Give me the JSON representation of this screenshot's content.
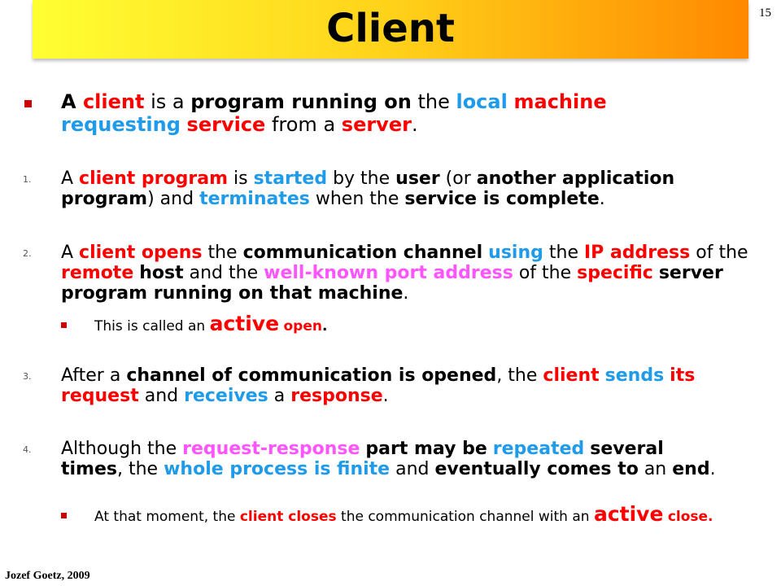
{
  "slide": {
    "title": "Client",
    "page_number": "15",
    "footer": "Jozef Goetz, 2009"
  },
  "colors": {
    "red": "#ff0000",
    "blue": "#1f9bea",
    "pink": "#ff55ff",
    "bullet": "#cc0000"
  },
  "intro": [
    {
      "t": "A ",
      "s": "b"
    },
    {
      "t": "client",
      "s": "b r"
    },
    {
      "t": " is a ",
      "s": ""
    },
    {
      "t": "program running on",
      "s": "b"
    },
    {
      "t": " the ",
      "s": ""
    },
    {
      "t": "local",
      "s": "b bl"
    },
    {
      "t": " ",
      "s": ""
    },
    {
      "t": "machine",
      "s": "b r"
    },
    {
      "t": " ",
      "s": ""
    },
    {
      "t": "requesting",
      "s": "b bl"
    },
    {
      "t": " ",
      "s": ""
    },
    {
      "t": "service",
      "s": "b r"
    },
    {
      "t": " from a ",
      "s": ""
    },
    {
      "t": "server",
      "s": "b r"
    },
    {
      "t": ".",
      "s": ""
    }
  ],
  "items": [
    {
      "number": "1.",
      "runs": [
        {
          "t": "A ",
          "s": ""
        },
        {
          "t": "client program",
          "s": "b r"
        },
        {
          "t": " is ",
          "s": ""
        },
        {
          "t": "started",
          "s": "b bl"
        },
        {
          "t": " by the ",
          "s": ""
        },
        {
          "t": "user",
          "s": "b"
        },
        {
          "t": " (or ",
          "s": ""
        },
        {
          "t": "another application program",
          "s": "b"
        },
        {
          "t": ") and ",
          "s": ""
        },
        {
          "t": "terminates",
          "s": "b bl"
        },
        {
          "t": " when the ",
          "s": ""
        },
        {
          "t": "service is complete",
          "s": "b"
        },
        {
          "t": ".",
          "s": ""
        }
      ]
    },
    {
      "number": "2.",
      "runs": [
        {
          "t": "A ",
          "s": ""
        },
        {
          "t": "client opens",
          "s": "b r"
        },
        {
          "t": " the ",
          "s": ""
        },
        {
          "t": "communication channel",
          "s": "b"
        },
        {
          "t": " ",
          "s": ""
        },
        {
          "t": "using",
          "s": "b bl"
        },
        {
          "t": " the ",
          "s": ""
        },
        {
          "t": "IP address",
          "s": "b r"
        },
        {
          "t": " of the ",
          "s": ""
        },
        {
          "t": "remote",
          "s": "b r"
        },
        {
          "t": " ",
          "s": ""
        },
        {
          "t": "host",
          "s": "b"
        },
        {
          "t": " and the ",
          "s": ""
        },
        {
          "t": "well-known port address",
          "s": "b pk"
        },
        {
          "t": " of the ",
          "s": ""
        },
        {
          "t": "specific",
          "s": "b r"
        },
        {
          "t": " ",
          "s": ""
        },
        {
          "t": "server program running on that machine",
          "s": "b"
        },
        {
          "t": ".",
          "s": ""
        }
      ],
      "sub": [
        {
          "t": "This is called an ",
          "s": ""
        },
        {
          "t": "active",
          "s": "b r big"
        },
        {
          "t": " ",
          "s": ""
        },
        {
          "t": "open",
          "s": "b r"
        },
        {
          "t": ".",
          "s": "b"
        }
      ]
    },
    {
      "number": "3.",
      "runs": [
        {
          "t": "After a ",
          "s": ""
        },
        {
          "t": "channel of communication is opened",
          "s": "b"
        },
        {
          "t": ", the ",
          "s": ""
        },
        {
          "t": "client",
          "s": "b r"
        },
        {
          "t": " ",
          "s": ""
        },
        {
          "t": "sends",
          "s": "b bl"
        },
        {
          "t": " ",
          "s": ""
        },
        {
          "t": "its request",
          "s": "b r"
        },
        {
          "t": " and ",
          "s": ""
        },
        {
          "t": "receives",
          "s": "b bl"
        },
        {
          "t": " a ",
          "s": ""
        },
        {
          "t": "response",
          "s": "b r"
        },
        {
          "t": ".",
          "s": ""
        }
      ]
    },
    {
      "number": "4.",
      "runs": [
        {
          "t": "Although the ",
          "s": ""
        },
        {
          "t": "request-response",
          "s": "b pk"
        },
        {
          "t": " ",
          "s": ""
        },
        {
          "t": "part may be",
          "s": "b"
        },
        {
          "t": " ",
          "s": ""
        },
        {
          "t": "repeated",
          "s": "b bl"
        },
        {
          "t": " ",
          "s": ""
        },
        {
          "t": "several times",
          "s": "b"
        },
        {
          "t": ", the ",
          "s": ""
        },
        {
          "t": "whole process is finite",
          "s": "b bl"
        },
        {
          "t": " and ",
          "s": ""
        },
        {
          "t": "eventually comes to",
          "s": "b"
        },
        {
          "t": " an ",
          "s": ""
        },
        {
          "t": "end",
          "s": "b"
        },
        {
          "t": ".",
          "s": ""
        }
      ],
      "sub": [
        {
          "t": "At that moment, the ",
          "s": ""
        },
        {
          "t": "client closes",
          "s": "b r"
        },
        {
          "t": " the communication channel with an ",
          "s": ""
        },
        {
          "t": "active",
          "s": "b r big"
        },
        {
          "t": " ",
          "s": ""
        },
        {
          "t": "close.",
          "s": "b r"
        }
      ]
    }
  ]
}
